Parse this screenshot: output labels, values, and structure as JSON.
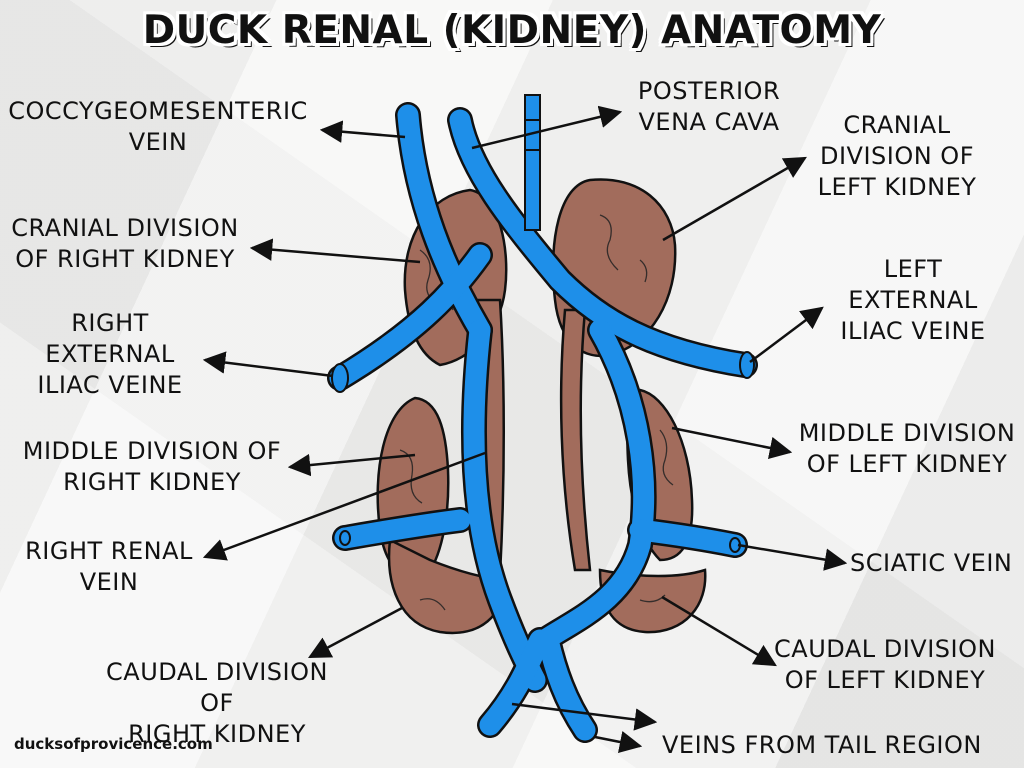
{
  "title": "DUCK RENAL (KIDNEY) ANATOMY",
  "footer": "ducksofprovicence.com",
  "colors": {
    "kidney": "#a26c5c",
    "vein": "#1e8fe9",
    "outline": "#111111",
    "background": "#f1f1f0"
  },
  "labels": {
    "coccygeomesenteric_vein": "COCCYGEOMESENTERIC\nVEIN",
    "cranial_division_right_kidney": "CRANIAL DIVISION\nOF RIGHT KIDNEY",
    "right_external_iliac_veine": "RIGHT\nEXTERNAL\nILIAC VEINE",
    "middle_division_right_kidney": "MIDDLE DIVISION OF\nRIGHT KIDNEY",
    "right_renal_vein": "RIGHT RENAL\nVEIN",
    "caudal_division_right_kidney": "CAUDAL DIVISION OF\nRIGHT KIDNEY",
    "posterior_vena_cava": "POSTERIOR\nVENA CAVA",
    "cranial_division_left_kidney": "CRANIAL\nDIVISION OF\nLEFT KIDNEY",
    "left_external_iliac_veine": "LEFT\nEXTERNAL\nILIAC VEINE",
    "middle_division_left_kidney": "MIDDLE DIVISION\nOF LEFT KIDNEY",
    "sciatic_vein": "SCIATIC VEIN",
    "caudal_division_left_kidney": "CAUDAL DIVISION\nOF LEFT KIDNEY",
    "veins_from_tail_region": "VEINS FROM TAIL REGION"
  }
}
